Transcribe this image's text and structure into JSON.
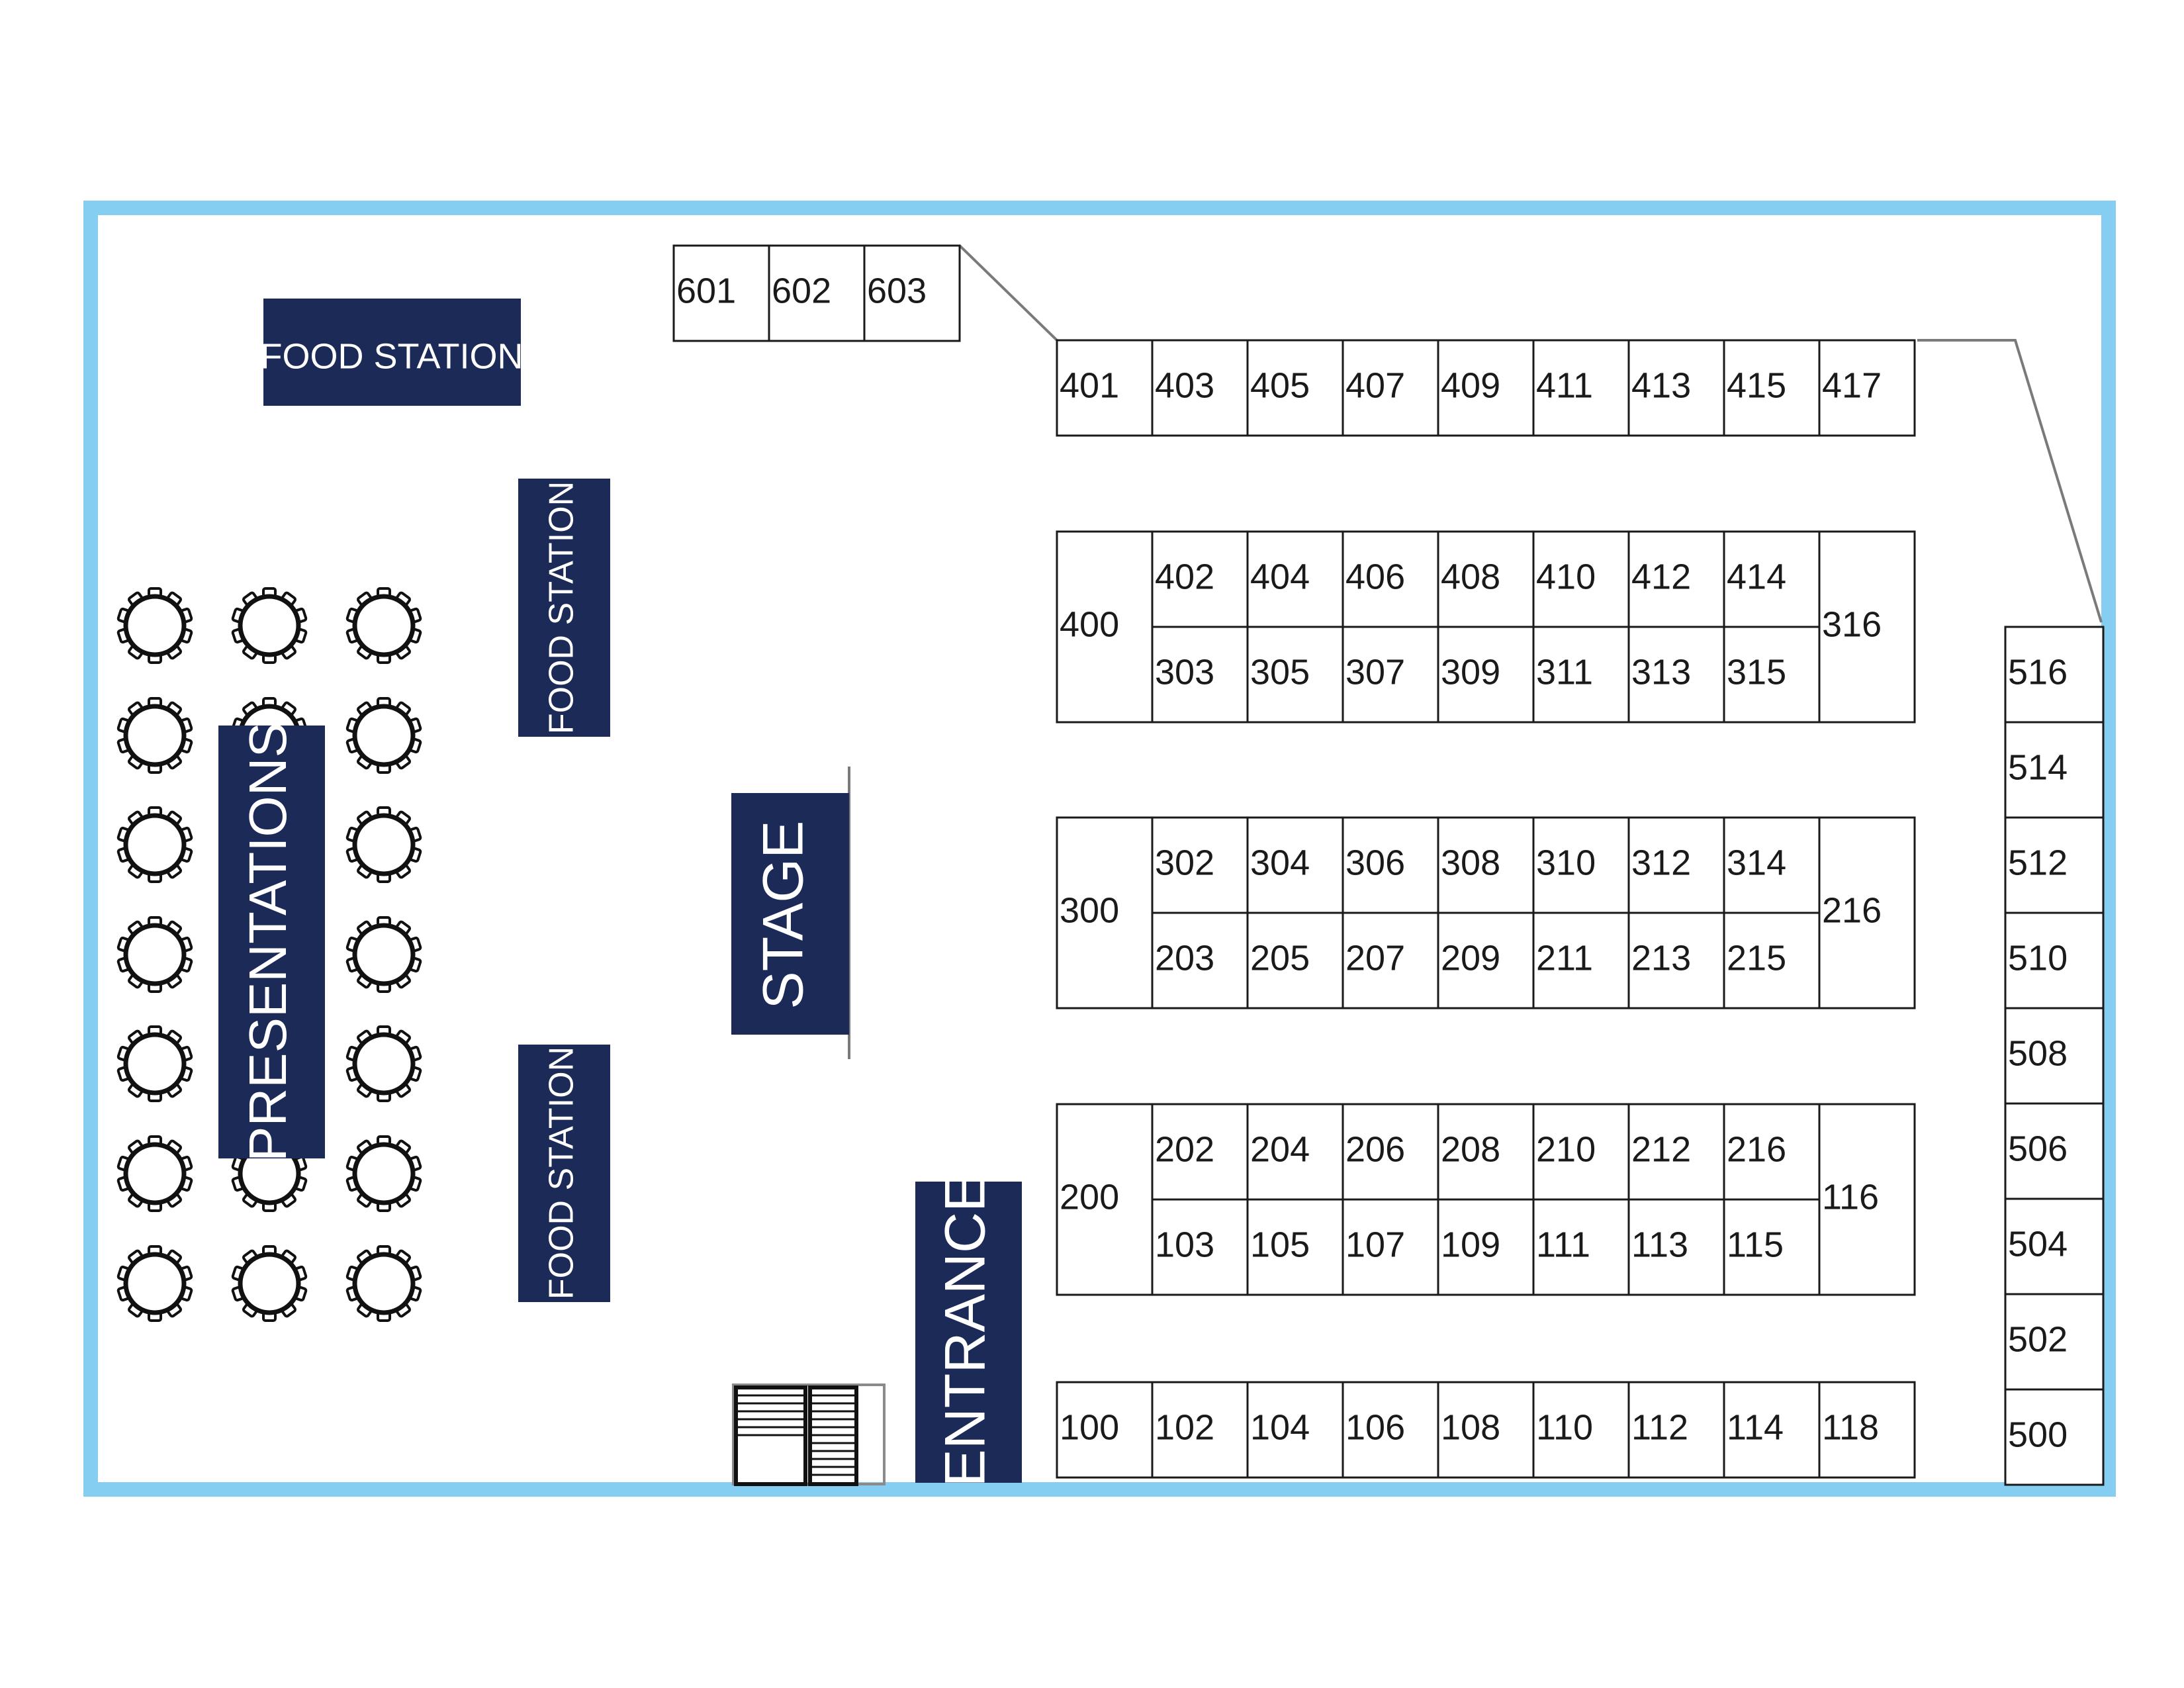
{
  "colors": {
    "border": "#86cdf2",
    "zone_fill": "#1c2a57",
    "zone_text": "#ffffff",
    "booth_stroke": "#1a1a1a",
    "booth_text": "#1a1a1a"
  },
  "zones": {
    "food_station_top": "FOOD STATION",
    "food_station_upper": "FOOD STATION",
    "food_station_lower": "FOOD STATION",
    "presentations": "PRESENTATIONS",
    "stage": "STAGE",
    "entrance": "ENTRANCE"
  },
  "booths": {
    "row_600": [
      "601",
      "602",
      "603"
    ],
    "row_top": [
      "401",
      "403",
      "405",
      "407",
      "409",
      "411",
      "413",
      "415",
      "417"
    ],
    "block_400": {
      "end_left": "400",
      "top": [
        "402",
        "404",
        "406",
        "408",
        "410",
        "412",
        "414"
      ],
      "bottom": [
        "303",
        "305",
        "307",
        "309",
        "311",
        "313",
        "315"
      ],
      "end_right": "316"
    },
    "block_300": {
      "end_left": "300",
      "top": [
        "302",
        "304",
        "306",
        "308",
        "310",
        "312",
        "314"
      ],
      "bottom": [
        "203",
        "205",
        "207",
        "209",
        "211",
        "213",
        "215"
      ],
      "end_right": "216"
    },
    "block_200": {
      "end_left": "200",
      "top": [
        "202",
        "204",
        "206",
        "208",
        "210",
        "212",
        "216"
      ],
      "bottom": [
        "103",
        "105",
        "107",
        "109",
        "111",
        "113",
        "115"
      ],
      "end_right": "116"
    },
    "row_100": [
      "100",
      "102",
      "104",
      "106",
      "108",
      "110",
      "112",
      "114",
      "118"
    ],
    "right_column": [
      "516",
      "514",
      "512",
      "510",
      "508",
      "506",
      "504",
      "502",
      "500"
    ]
  },
  "tables": {
    "columns": 3,
    "rows": 7
  }
}
